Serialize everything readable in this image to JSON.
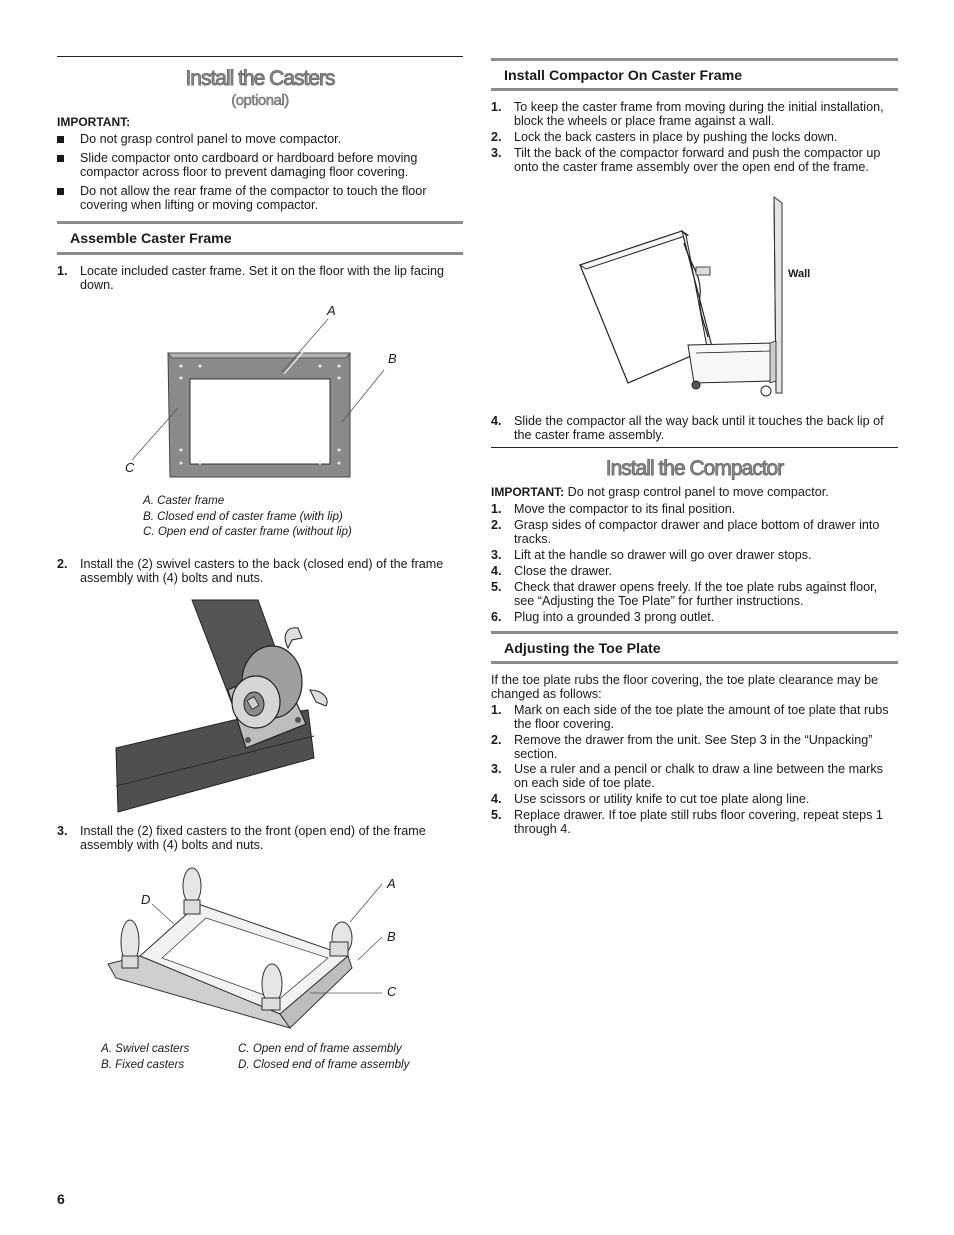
{
  "page_number": "6",
  "left": {
    "title": "Install the Casters",
    "subtitle": "(optional)",
    "important_label": "IMPORTANT:",
    "bullets": [
      "Do not grasp control panel to move compactor.",
      "Slide compactor onto cardboard or hardboard before moving compactor across floor to prevent damaging floor covering.",
      "Do not allow the rear frame of the compactor to touch the floor covering when lifting or moving compactor."
    ],
    "assemble": {
      "heading": "Assemble Caster Frame",
      "step1_num": "1.",
      "step1": "Locate included caster frame. Set it on the floor with the lip facing down.",
      "fig1_labels": {
        "a": "A",
        "b": "B",
        "c": "C"
      },
      "fig1_captions": [
        "A. Caster frame",
        "B. Closed end of caster frame (with lip)",
        "C. Open end of caster frame (without lip)"
      ],
      "step2_num": "2.",
      "step2": "Install the (2) swivel casters to the back (closed end) of the frame assembly with (4) bolts and nuts.",
      "step3_num": "3.",
      "step3": "Install the (2) fixed casters to the front (open end) of the frame assembly with (4) bolts and nuts.",
      "fig3_labels": {
        "a": "A",
        "b": "B",
        "c": "C",
        "d": "D"
      },
      "fig3_captions": {
        "a": "A. Swivel casters",
        "b": "B. Fixed casters",
        "c": "C. Open end of frame assembly",
        "d": "D. Closed end of frame assembly"
      }
    }
  },
  "right": {
    "install_on_frame": {
      "heading": "Install Compactor On Caster Frame",
      "steps": [
        {
          "num": "1.",
          "text": "To keep the caster frame from moving during the initial installation, block the wheels or place frame against a wall."
        },
        {
          "num": "2.",
          "text": "Lock the back casters in place by pushing the locks down."
        },
        {
          "num": "3.",
          "text": "Tilt the back of the compactor forward and push the compactor up onto the caster frame assembly over the open end of the frame."
        },
        {
          "num": "4.",
          "text": "Slide the compactor all the way back until it touches the back lip of the caster frame assembly."
        }
      ],
      "wall_label": "Wall"
    },
    "install_compactor": {
      "title": "Install the Compactor",
      "important_label": "IMPORTANT:",
      "important_text": " Do not grasp control panel to move compactor.",
      "steps": [
        {
          "num": "1.",
          "text": "Move the compactor to its final position."
        },
        {
          "num": "2.",
          "text": "Grasp sides of compactor drawer and place bottom of drawer into tracks."
        },
        {
          "num": "3.",
          "text": "Lift at the handle so drawer will go over drawer stops."
        },
        {
          "num": "4.",
          "text": "Close the drawer."
        },
        {
          "num": "5.",
          "text": "Check that drawer opens freely. If the toe plate rubs against floor, see “Adjusting the Toe Plate” for further instructions."
        },
        {
          "num": "6.",
          "text": "Plug into a grounded 3 prong outlet."
        }
      ]
    },
    "toe_plate": {
      "heading": "Adjusting the Toe Plate",
      "intro": "If the toe plate rubs the floor covering, the toe plate clearance may be changed as follows:",
      "steps": [
        {
          "num": "1.",
          "text": "Mark on each side of the toe plate the amount of toe plate that rubs the floor covering."
        },
        {
          "num": "2.",
          "text": "Remove the drawer from the unit. See Step 3 in the “Unpacking” section."
        },
        {
          "num": "3.",
          "text": "Use a ruler and a pencil or chalk to draw a line between the marks on each side of toe plate."
        },
        {
          "num": "4.",
          "text": "Use scissors or utility knife to cut toe plate along line."
        },
        {
          "num": "5.",
          "text": "Replace drawer. If toe plate still rubs floor covering, repeat steps 1 through 4."
        }
      ]
    }
  }
}
